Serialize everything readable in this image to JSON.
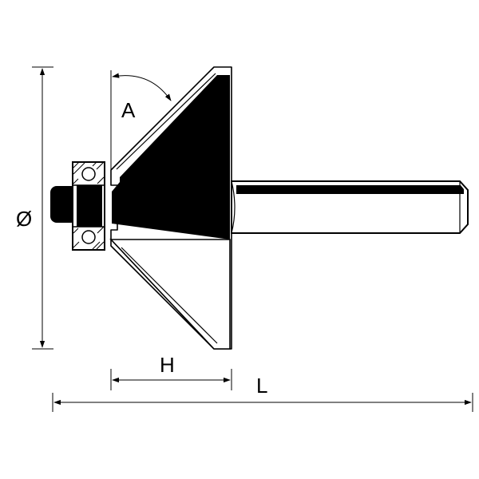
{
  "labels": {
    "angle": "A",
    "diameter": "Ø",
    "height": "H",
    "length": "L"
  },
  "colors": {
    "ink": "#000000",
    "paper": "#ffffff"
  }
}
